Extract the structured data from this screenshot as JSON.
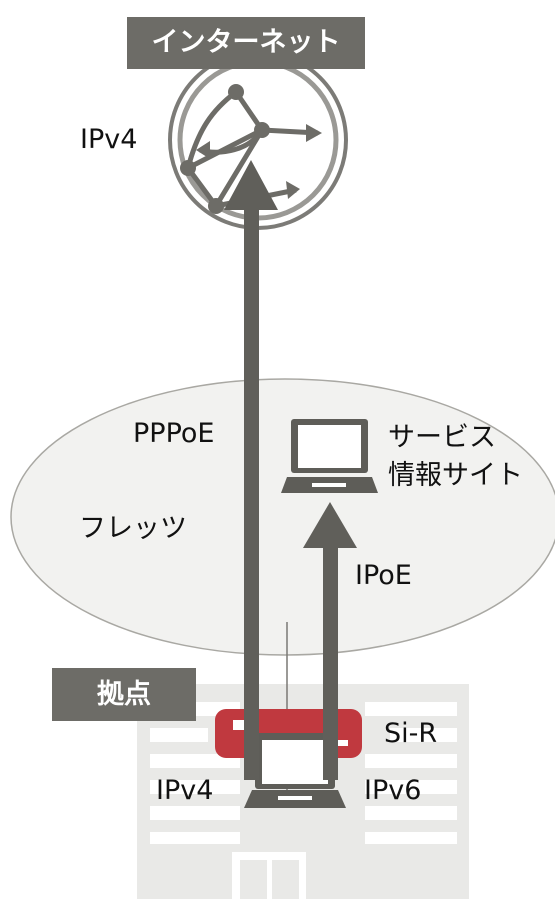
{
  "internet": {
    "label": "インターネット",
    "protocol": "IPv4",
    "icon": "globe-network-icon"
  },
  "flets": {
    "label": "フレッツ",
    "pppoe_label": "PPPoE",
    "ipoe_label": "IPoE",
    "service_site": {
      "line1": "サービス",
      "line2": "情報サイト",
      "icon": "laptop-icon"
    }
  },
  "site": {
    "label": "拠点",
    "router_label": "Si-R",
    "client_ipv4": "IPv4",
    "client_ipv6": "IPv6",
    "client_icon": "laptop-icon",
    "building_icon": "office-building-icon"
  },
  "colors": {
    "badge": "#6d6c67",
    "arrow": "#605f5a",
    "router": "#c0393f",
    "cloud_fill": "#f2f2f0",
    "cloud_stroke": "#a9a8a3",
    "building": "#e9e9e7"
  }
}
